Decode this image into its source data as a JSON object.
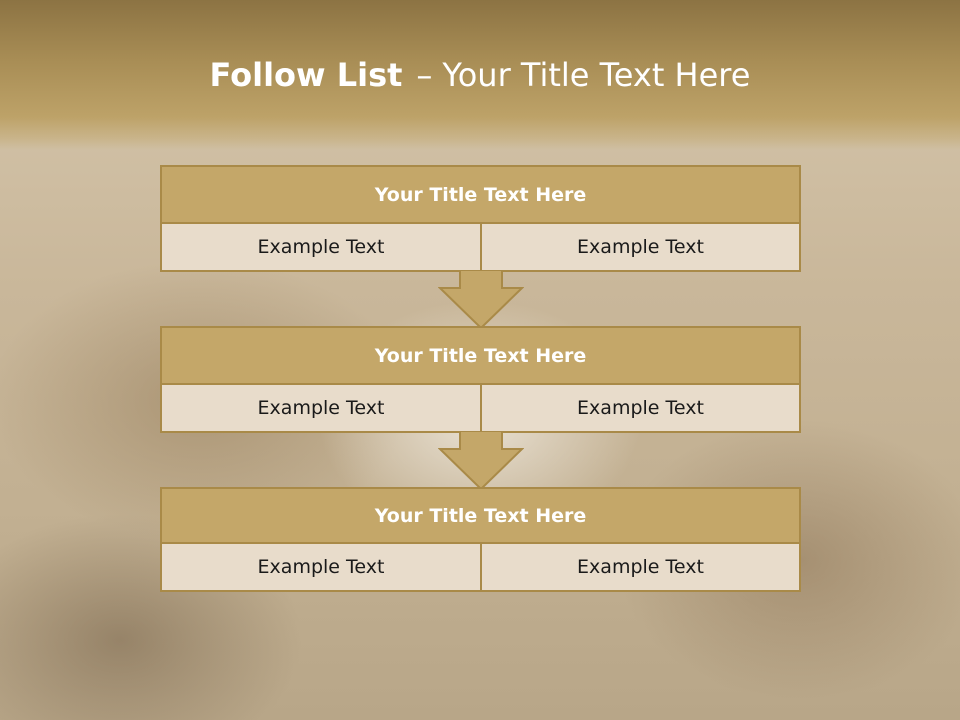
{
  "header": {
    "title_strong": "Follow List",
    "title_dash": "–",
    "title_rest": "Your Title Text Here"
  },
  "steps": [
    {
      "title": "Your Title Text Here",
      "left": "Example Text",
      "right": "Example Text"
    },
    {
      "title": "Your Title Text Here",
      "left": "Example Text",
      "right": "Example Text"
    },
    {
      "title": "Your Title Text Here",
      "left": "Example Text",
      "right": "Example Text"
    }
  ],
  "colors": {
    "header": "#a88d55",
    "title_bar": "#c4a769",
    "cell": "#e8dccb",
    "border": "#a98a48"
  }
}
